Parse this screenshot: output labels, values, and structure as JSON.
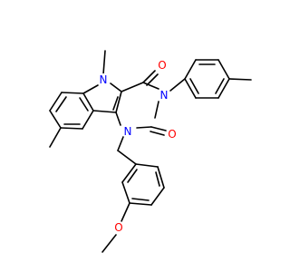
{
  "molecule": {
    "atoms": {
      "n_indole": {
        "element": "N",
        "label": "N"
      },
      "n1": {
        "element": "N",
        "label": "N"
      },
      "n3": {
        "element": "N",
        "label": "N"
      },
      "o4": {
        "element": "O",
        "label": "O"
      },
      "o2": {
        "element": "O",
        "label": "O"
      },
      "o_methoxy": {
        "element": "O",
        "label": "O"
      }
    }
  },
  "colors": {
    "bond": "#000000",
    "nitrogen": "#0000ff",
    "oxygen": "#ff0000"
  }
}
